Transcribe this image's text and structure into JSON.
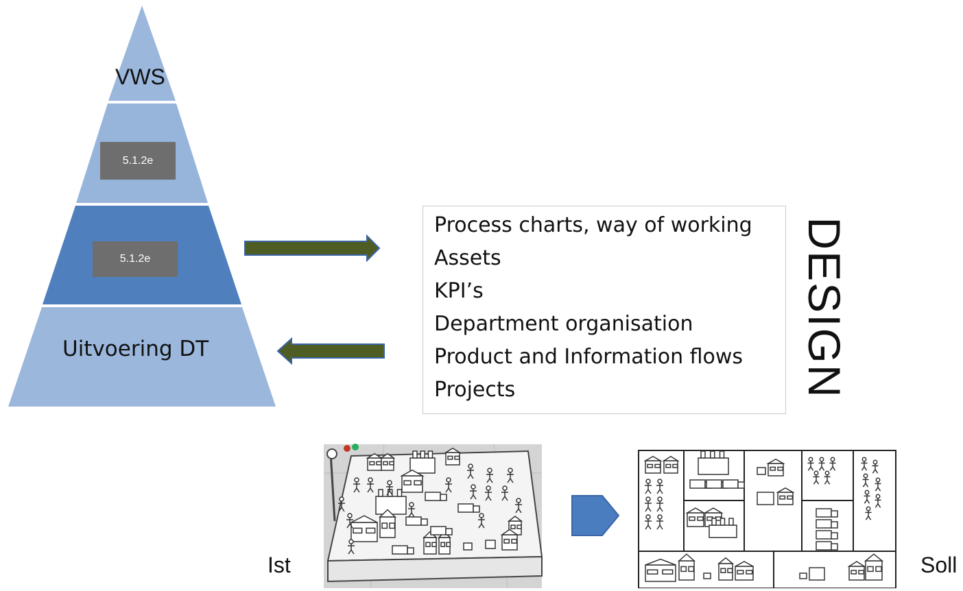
{
  "pyramid": {
    "tier_top_label": "VWS",
    "tier_second_box": "5.1.2e",
    "tier_third_box": "5.1.2e",
    "tier_bottom_label": "Uitvoering DT"
  },
  "design_list": {
    "items": [
      "Process charts, way of working",
      "Assets",
      "KPI’s",
      "Department organisation",
      "Product and Information flows",
      "Projects"
    ],
    "vertical_title": "DESIGN"
  },
  "captions": {
    "ist": "Ist",
    "soll": "Soll"
  },
  "colors": {
    "tier_light": "#9bb7dc",
    "tier_mid": "#4f7fbd",
    "arrow_fill": "#4e5d24",
    "arrow_stroke": "#3a64a8",
    "pentagon": "#4a7cc0"
  }
}
